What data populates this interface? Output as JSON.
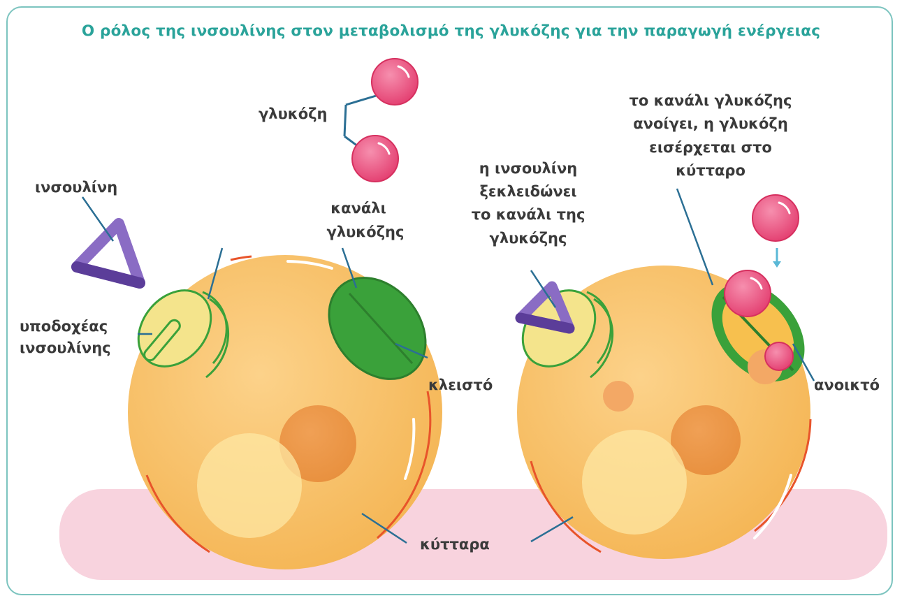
{
  "title": "Ο ρόλος της ινσουλίνης στον μεταβολισμό της γλυκόζης για την παραγωγή ενέργειας",
  "labels": {
    "glucose": "γλυκόζη",
    "insulin": "ινσουλίνη",
    "receptor": [
      "υποδοχέας",
      "ινσουλίνης"
    ],
    "channel": [
      "κανάλι",
      "γλυκόζης"
    ],
    "closed": "κλειστό",
    "unlocks": [
      "η ινσουλίνη",
      "ξεκλειδώνει",
      "το κανάλι της",
      "γλυκόζης"
    ],
    "opens": [
      "το κανάλι γλυκόζης",
      "ανοίγει, η γλυκόζη",
      "εισέρχεται στο",
      "κύτταρο"
    ],
    "open": "ανοικτό",
    "cells": "κύτταρα"
  },
  "colors": {
    "frame": "#7cc4bf",
    "title": "#2aa39a",
    "cell": "#f7bd5c",
    "cell_outline": "#e8542a",
    "glucose": "#ea4f7c",
    "insulin": "#7b5cb3",
    "receptor": "#f4e48c",
    "channel": "#3aa13a",
    "leader_line": "#2b6f94",
    "surface": "#f8d3de"
  }
}
